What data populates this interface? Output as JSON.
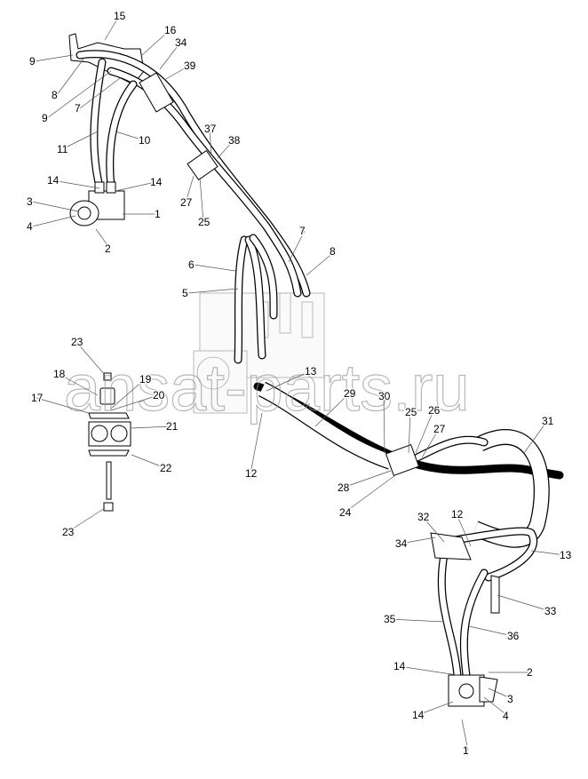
{
  "diagram": {
    "watermark": "ansat-parts.ru",
    "callouts": [
      "15",
      "16",
      "34",
      "39",
      "9",
      "8",
      "9",
      "7",
      "11",
      "10",
      "37",
      "38",
      "27",
      "25",
      "14",
      "14",
      "3",
      "4",
      "1",
      "2",
      "7",
      "8",
      "6",
      "5",
      "23",
      "18",
      "19",
      "17",
      "20",
      "21",
      "22",
      "23",
      "13",
      "29",
      "30",
      "25",
      "26",
      "27",
      "12",
      "31",
      "28",
      "24",
      "32",
      "12",
      "34",
      "13",
      "33",
      "35",
      "36",
      "14",
      "2",
      "3",
      "4",
      "14",
      "1"
    ]
  }
}
